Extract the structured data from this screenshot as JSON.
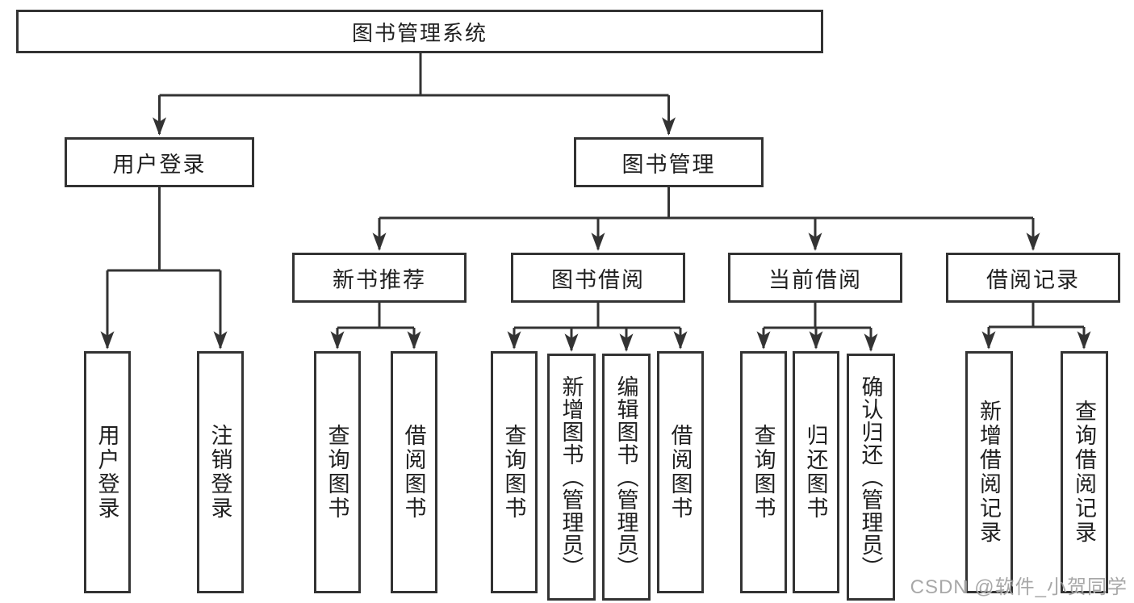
{
  "tree": {
    "label": "图书管理系统",
    "children": [
      {
        "label": "用户登录",
        "children": [
          {
            "label": "用户登录"
          },
          {
            "label": "注销登录"
          }
        ]
      },
      {
        "label": "图书管理",
        "children": [
          {
            "label": "新书推荐",
            "children": [
              {
                "label": "查询图书"
              },
              {
                "label": "借阅图书"
              }
            ]
          },
          {
            "label": "图书借阅",
            "children": [
              {
                "label": "查询图书"
              },
              {
                "label": "新增图书（管理员）"
              },
              {
                "label": "编辑图书（管理员）"
              },
              {
                "label": "借阅图书"
              }
            ]
          },
          {
            "label": "当前借阅",
            "children": [
              {
                "label": "查询图书"
              },
              {
                "label": "归还图书"
              },
              {
                "label": "确认归还（管理员）"
              }
            ]
          },
          {
            "label": "借阅记录",
            "children": [
              {
                "label": "新增借阅记录"
              },
              {
                "label": "查询借阅记录"
              }
            ]
          }
        ]
      }
    ]
  },
  "watermark": {
    "text": "CSDN @软件_小贺同学"
  },
  "colors": {
    "line": "#333333",
    "text": "#1f1f1f",
    "background": "#ffffff",
    "watermark": "#9a9a9a"
  }
}
